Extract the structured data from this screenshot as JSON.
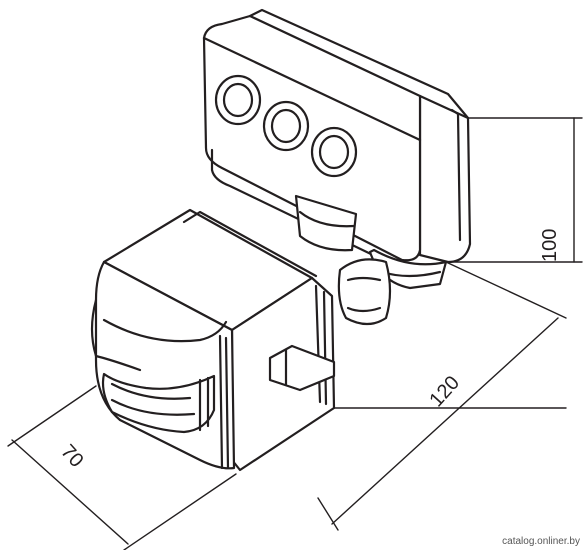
{
  "dimensions": {
    "height": "100",
    "width": "120",
    "depth": "70"
  },
  "watermark": "catalog.onliner.by"
}
